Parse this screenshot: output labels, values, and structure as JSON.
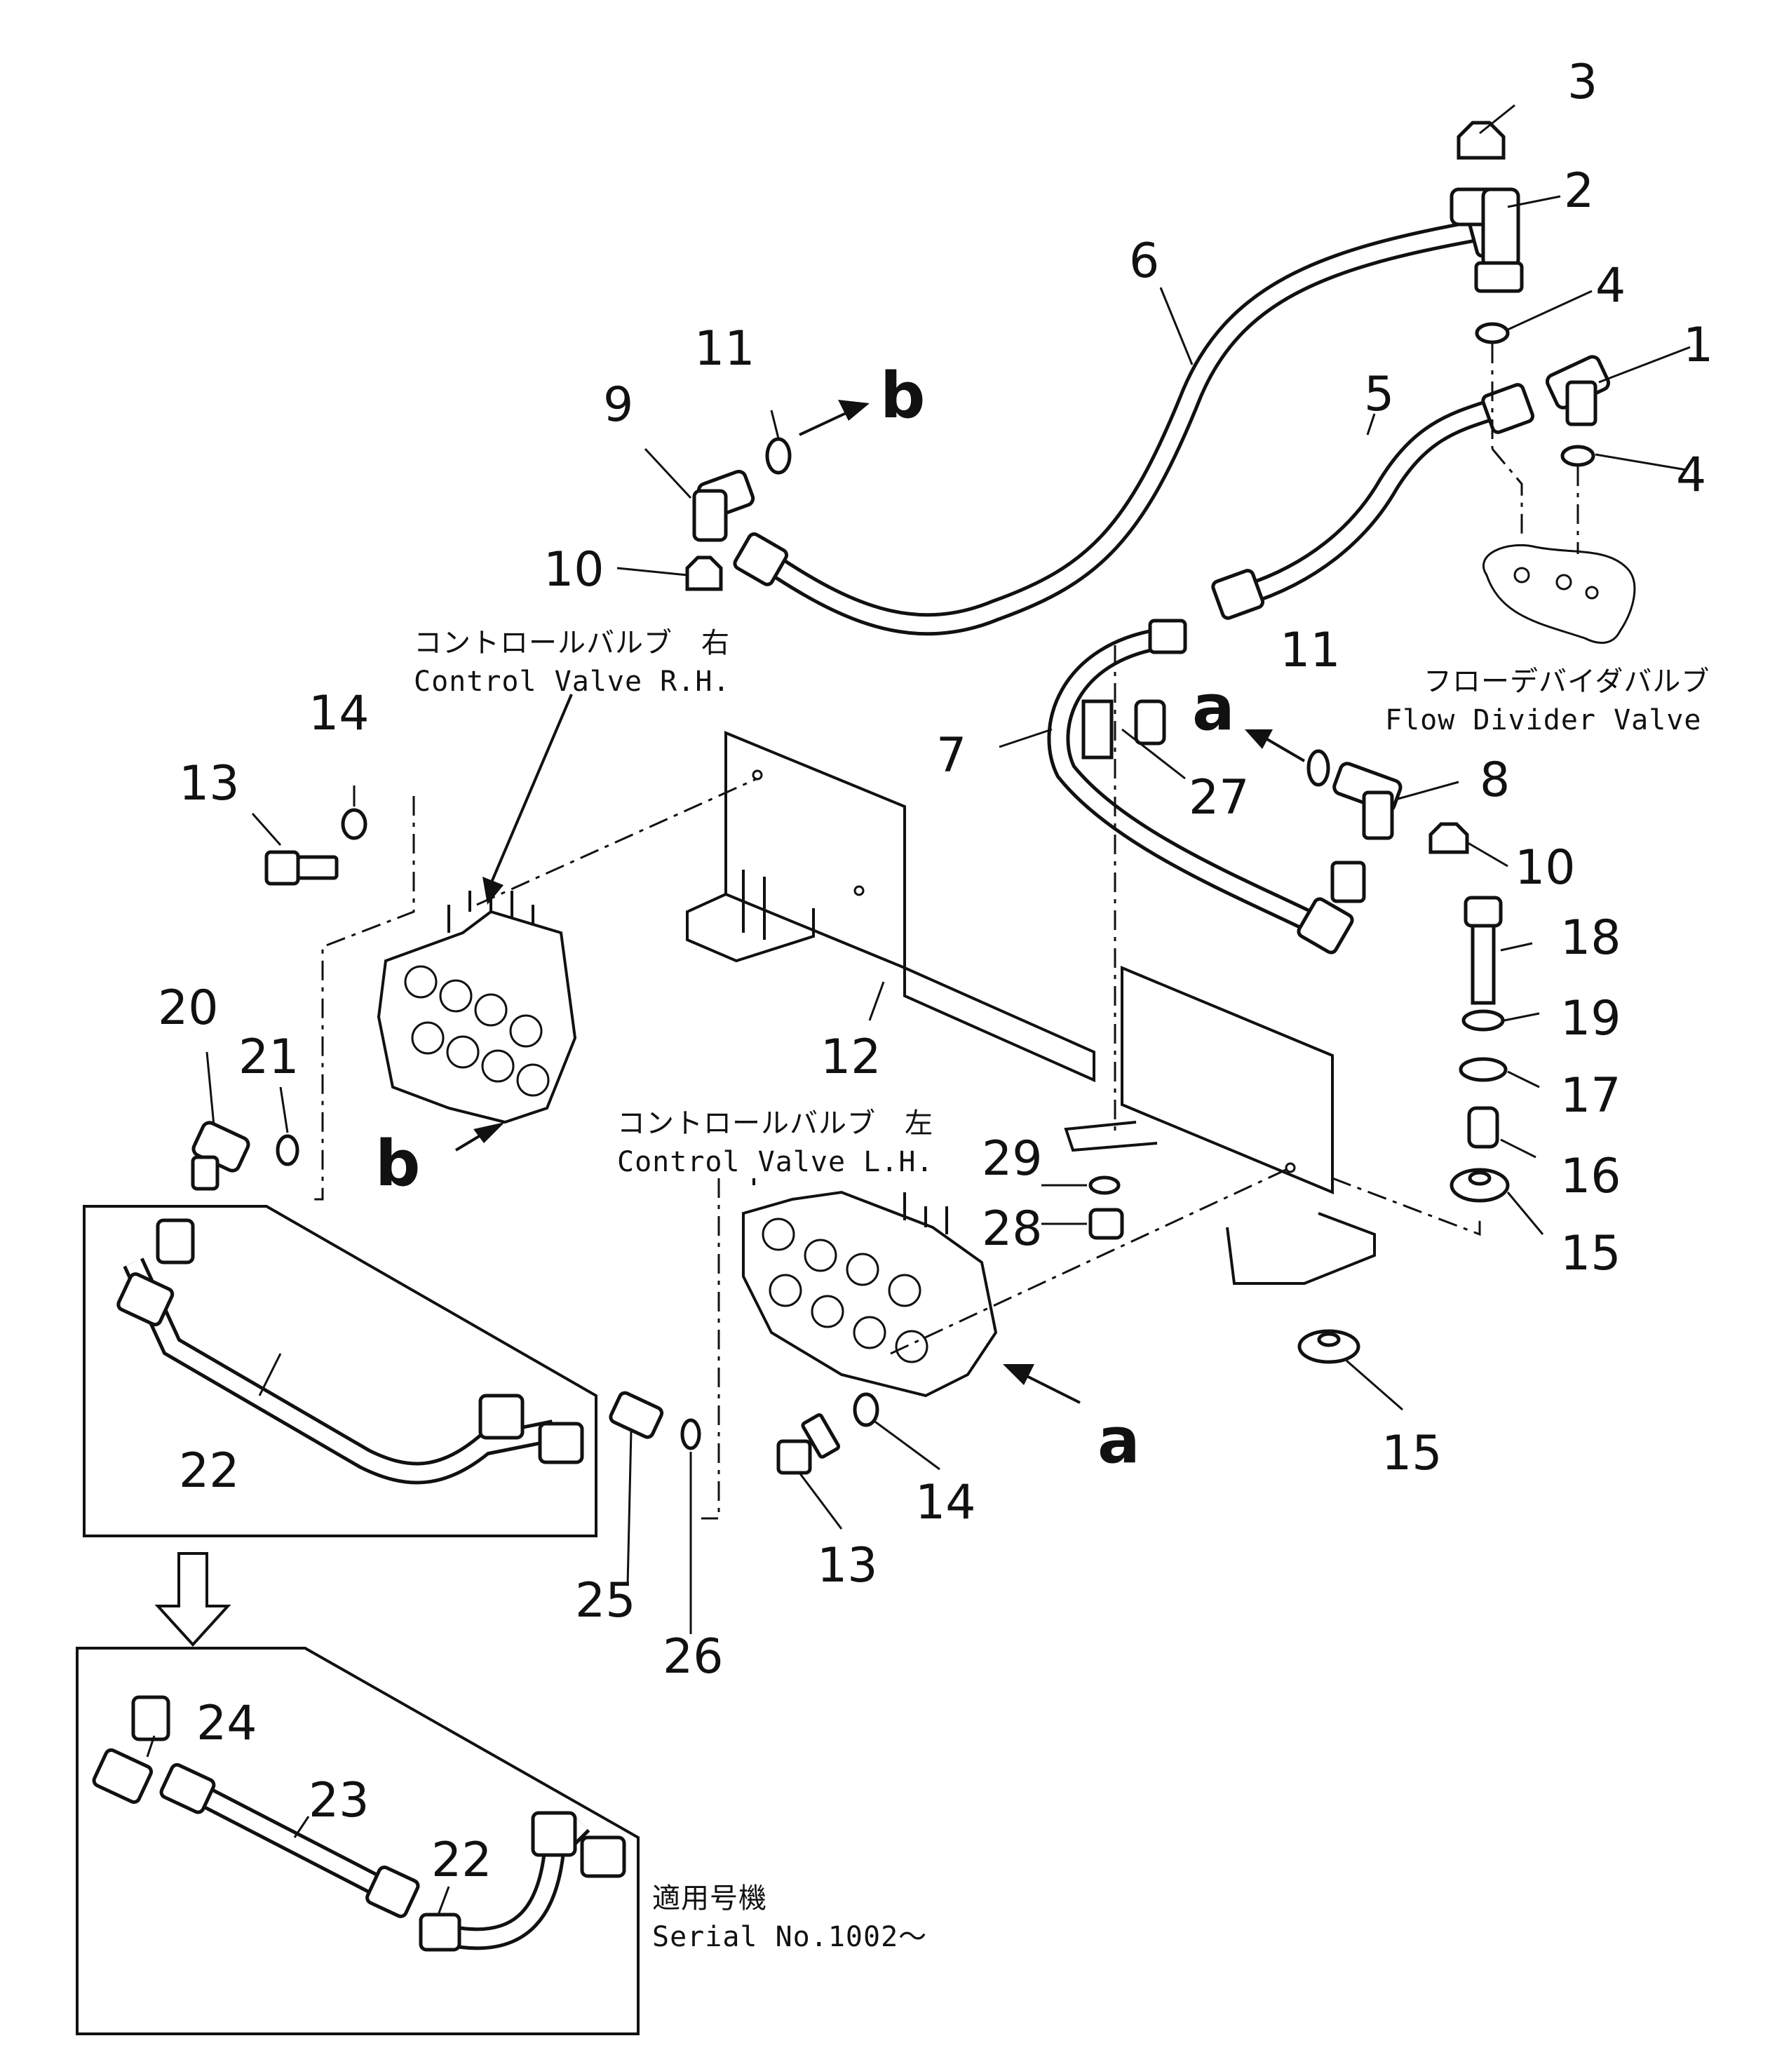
{
  "labels": {
    "control_valve_rh_jp": "コントロールバルブ　右",
    "control_valve_rh_en": "Control Valve R.H.",
    "control_valve_lh_jp": "コントロールバルブ　左",
    "control_valve_lh_en": "Control Valve L.H.",
    "flow_divider_jp": "フローデバイダバルブ",
    "flow_divider_en": "Flow Divider Valve",
    "serial_jp": "適用号機",
    "serial_en": "Serial No.1002～",
    "view_a": "a",
    "view_b": "b"
  },
  "callouts": {
    "n1": "1",
    "n2": "2",
    "n3": "3",
    "n4a": "4",
    "n4b": "4",
    "n5": "5",
    "n6": "6",
    "n7": "7",
    "n8": "8",
    "n9": "9",
    "n10a": "10",
    "n10b": "10",
    "n11a": "11",
    "n11b": "11",
    "n12": "12",
    "n13a": "13",
    "n13b": "13",
    "n14a": "14",
    "n14b": "14",
    "n15a": "15",
    "n15b": "15",
    "n16": "16",
    "n17": "17",
    "n18": "18",
    "n19": "19",
    "n20": "20",
    "n21": "21",
    "n22a": "22",
    "n22b": "22",
    "n23": "23",
    "n24": "24",
    "n25": "25",
    "n26": "26",
    "n27": "27",
    "n28": "28",
    "n29": "29"
  }
}
